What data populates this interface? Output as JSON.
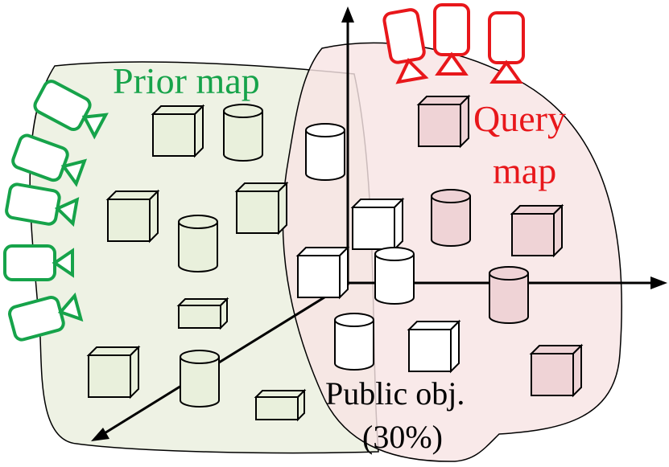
{
  "labels": {
    "prior_map": "Prior map",
    "query_map_line1": "Query",
    "query_map_line2": "map",
    "public_line1": "Public obj.",
    "public_line2": "(30%)"
  },
  "colors": {
    "prior": "#16a34a",
    "prior_fill": "#eef2e4",
    "query": "#e8171b",
    "query_fill": "#f8e4e4",
    "prior_object": "#e9f0dc",
    "query_object": "#efd3d6",
    "public_object": "#ffffff",
    "axis": "#000000"
  },
  "icons": {
    "prior_cameras": "camera-icon",
    "query_cameras": "camera-icon"
  }
}
